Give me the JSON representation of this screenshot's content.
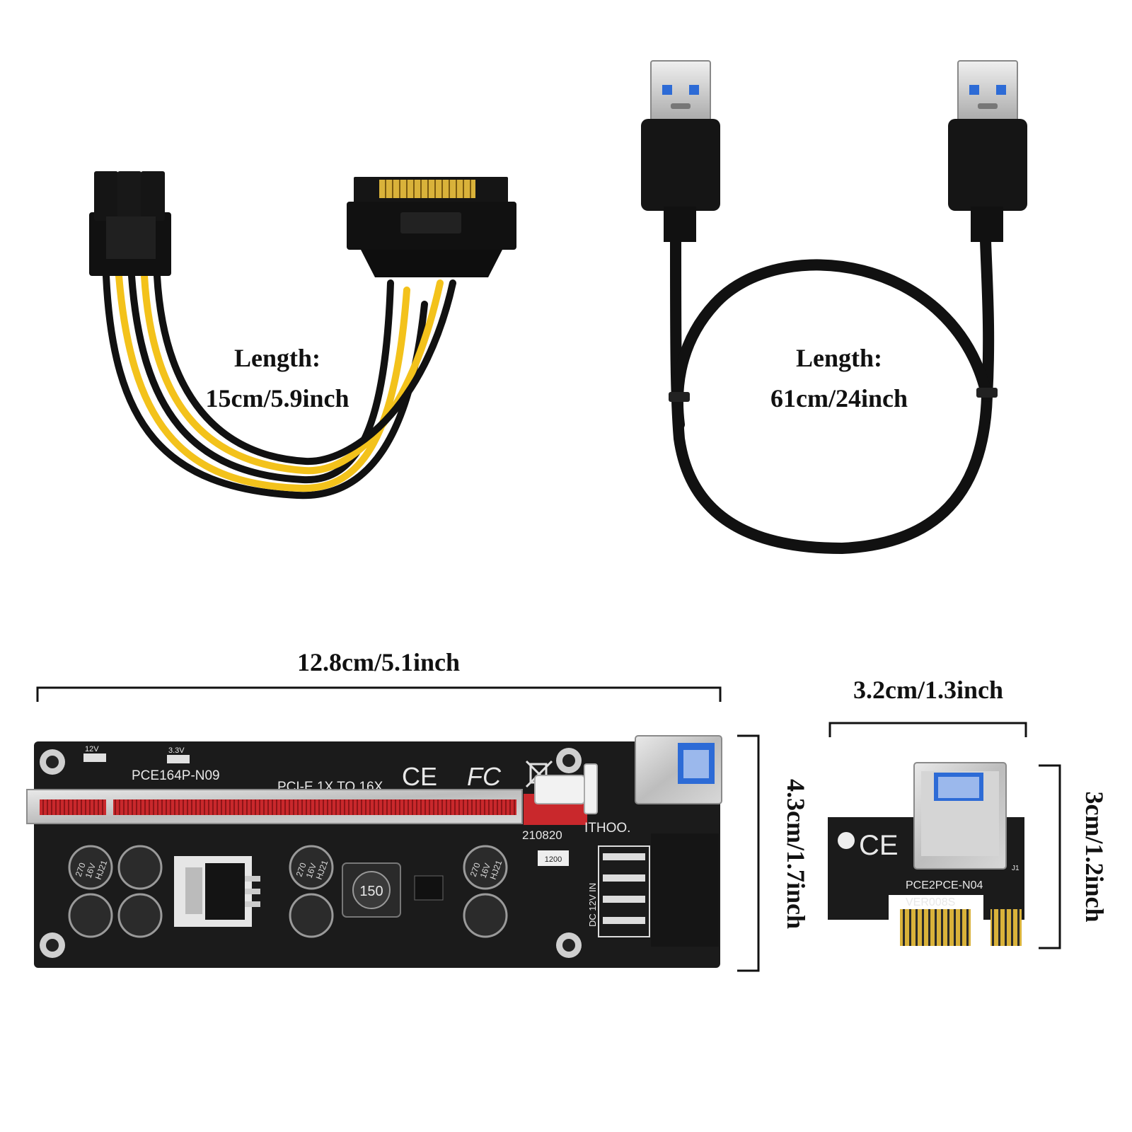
{
  "sata_cable": {
    "length_label": "Length:",
    "length_value": "15cm/5.9inch"
  },
  "usb_cable": {
    "length_label": "Length:",
    "length_value": "61cm/24inch"
  },
  "riser_board": {
    "width_label": "12.8cm/5.1inch",
    "height_label": "4.3cm/1.7inch",
    "model": "PCE164P-N09",
    "slot_text": "PCI-E 1X TO 16X",
    "date_code": "210820",
    "brand": "ITHOO.",
    "power_text": "DC 12V IN",
    "led_12v": "12V",
    "led_33v": "3.3V",
    "cap_line1": "270",
    "cap_line2": "16V",
    "cap_line3": "HJ21",
    "inductor": "150",
    "resistor": "1200",
    "ce_mark": "CE",
    "fc_mark": "FC"
  },
  "adapter_card": {
    "width_label": "3.2cm/1.3inch",
    "height_label": "3cm/1.2inch",
    "model": "PCE2PCE-N04",
    "version": "VER008S",
    "ce_mark": "CE",
    "j1": "J1"
  },
  "colors": {
    "cable_black": "#111111",
    "cable_yellow": "#f3c21b",
    "pcb_black": "#1b1b1b",
    "slot_red": "#c9282c",
    "usb_blue": "#2d6bd6",
    "gold": "#d9b23a"
  }
}
